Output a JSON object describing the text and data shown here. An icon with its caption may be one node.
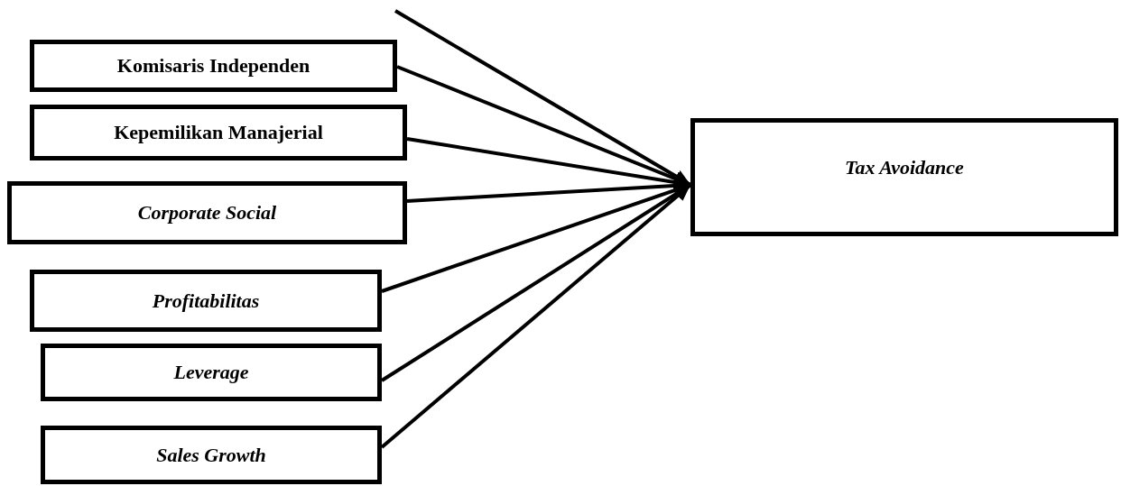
{
  "diagram": {
    "nodes": [
      {
        "text": [
          "Komisaris Independen"
        ]
      },
      {
        "text": [
          "Kepemilikan Manajerial"
        ]
      },
      {
        "text": [
          "Corporate Social"
        ]
      },
      {
        "text": [
          "Profitabilitas"
        ]
      },
      {
        "text": [
          "Leverage"
        ]
      },
      {
        "text": [
          "Sales Growth"
        ]
      },
      {
        "text": [
          "Tax Avoidance"
        ]
      }
    ],
    "edges": [
      {
        "from": null,
        "to": 6,
        "arrow": "to"
      },
      {
        "from": 0,
        "to": 6,
        "arrow": "to"
      },
      {
        "from": 1,
        "to": 6,
        "arrow": "to"
      },
      {
        "from": 2,
        "to": 6,
        "arrow": "to"
      },
      {
        "from": 3,
        "to": 6,
        "arrow": "to"
      },
      {
        "from": 4,
        "to": 6,
        "arrow": "to"
      },
      {
        "from": 5,
        "to": 6,
        "arrow": "to"
      }
    ]
  }
}
